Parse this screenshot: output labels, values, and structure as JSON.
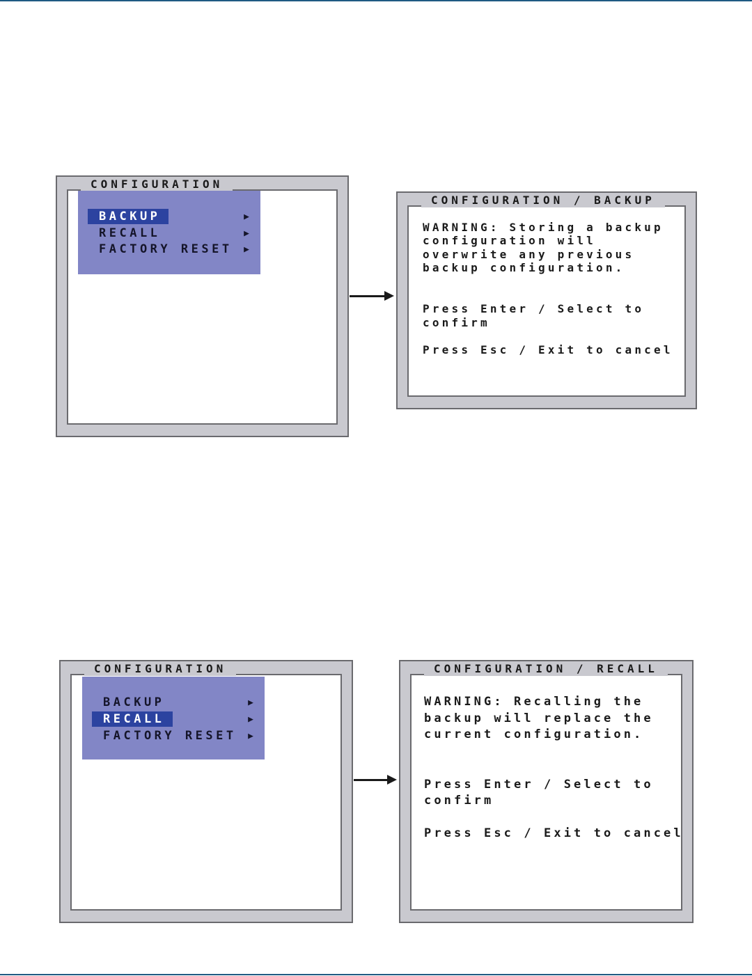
{
  "panel_a": {
    "config_title": "CONFIGURATION",
    "menu": [
      {
        "label": "BACKUP",
        "selected": true
      },
      {
        "label": "RECALL",
        "selected": false
      },
      {
        "label": "FACTORY RESET",
        "selected": false
      }
    ],
    "detail_title": "CONFIGURATION / BACKUP",
    "warning": [
      "WARNING: Storing a backup",
      "configuration will",
      "overwrite any previous",
      "backup configuration."
    ],
    "confirm": [
      "Press Enter / Select to",
      "confirm"
    ],
    "cancel": "Press Esc / Exit to cancel"
  },
  "panel_b": {
    "config_title": "CONFIGURATION",
    "menu": [
      {
        "label": "BACKUP",
        "selected": false
      },
      {
        "label": "RECALL",
        "selected": true
      },
      {
        "label": "FACTORY RESET",
        "selected": false
      }
    ],
    "detail_title": "CONFIGURATION / RECALL",
    "warning": [
      "WARNING: Recalling the",
      "backup will replace the",
      "current configuration."
    ],
    "confirm": [
      "Press Enter / Select to",
      "confirm"
    ],
    "cancel": "Press Esc / Exit to cancel"
  },
  "icons": {
    "submenu": "arrow-right-icon",
    "transition": "arrow-right-icon"
  },
  "colors": {
    "menu_bg": "#8286c6",
    "selected_bg": "#2c43a0",
    "frame": "#c9c9cf",
    "rule": "#1f5a82"
  }
}
